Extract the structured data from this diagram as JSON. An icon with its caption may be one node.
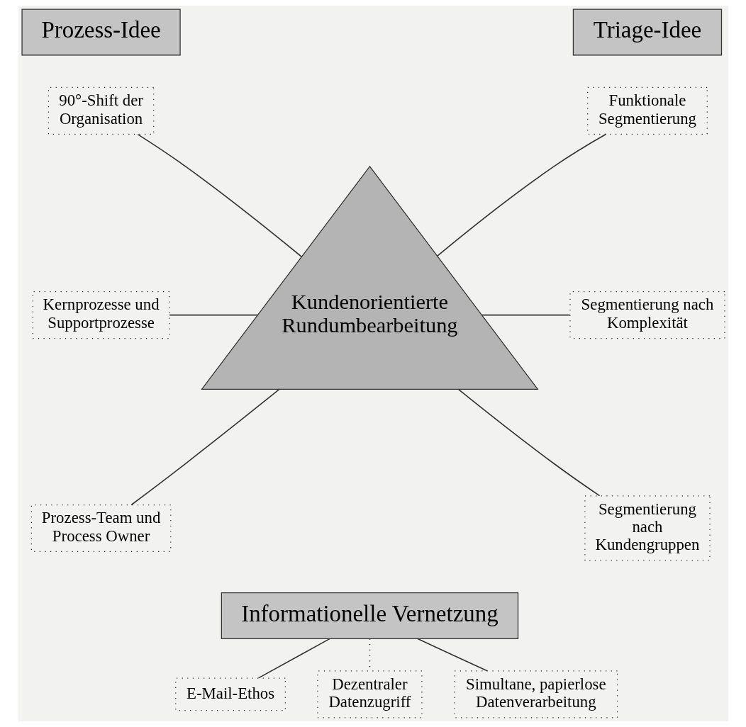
{
  "diagram": {
    "nodes": [
      {
        "text": [
          "Prozess-Idee"
        ]
      },
      {
        "text": [
          "Triage-Idee"
        ]
      },
      {
        "text": [
          "90°-Shift der Organisation"
        ]
      },
      {
        "text": [
          "Kernprozesse und Supportprozesse"
        ]
      },
      {
        "text": [
          "Prozess-Team und Process Owner"
        ]
      },
      {
        "text": [
          "Funktionale Segmentierung"
        ]
      },
      {
        "text": [
          "Segmentierung nach Komplexität"
        ]
      },
      {
        "text": [
          "Segmentierung nach Kundengruppen"
        ]
      },
      {
        "text": [
          "Kundenorientierte Rundumbearbeitung"
        ]
      },
      {
        "text": [
          "Informationelle Vernetzung"
        ]
      },
      {
        "text": [
          "E-Mail-Ethos"
        ]
      },
      {
        "text": [
          "Dezentraler Datenzugriff"
        ]
      },
      {
        "text": [
          "Simultane, papierlose Datenverarbeitung"
        ]
      }
    ],
    "edges": [
      {
        "from": 2,
        "to": 8,
        "arrow": "none"
      },
      {
        "from": 3,
        "to": 8,
        "arrow": "none"
      },
      {
        "from": 4,
        "to": 8,
        "arrow": "none"
      },
      {
        "from": 5,
        "to": 8,
        "arrow": "none"
      },
      {
        "from": 6,
        "to": 8,
        "arrow": "none"
      },
      {
        "from": 7,
        "to": 8,
        "arrow": "none"
      },
      {
        "from": 9,
        "to": 10,
        "arrow": "none"
      },
      {
        "from": 9,
        "to": 11,
        "arrow": "none",
        "style": "dashed"
      },
      {
        "from": 9,
        "to": 12,
        "arrow": "none"
      }
    ]
  }
}
